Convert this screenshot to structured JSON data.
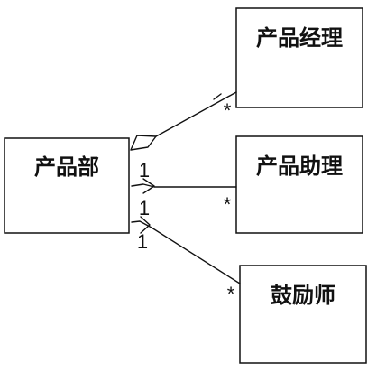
{
  "classes": {
    "product_dept": "产品部",
    "product_manager": "产品经理",
    "product_assistant": "产品助理",
    "motivator": "鼓励师"
  },
  "multiplicities": {
    "manager_near_whole": "",
    "manager_near_part": "*",
    "assistant_near_whole": "1",
    "assistant_near_part": "*",
    "motivator_near_whole_top": "1",
    "motivator_near_whole_bottom": "1",
    "motivator_near_part": "*"
  },
  "relationships": [
    {
      "from": "product_dept",
      "to": "product_manager",
      "type": "aggregation",
      "multiplicity_whole": "",
      "multiplicity_part": "*"
    },
    {
      "from": "product_dept",
      "to": "product_assistant",
      "type": "association",
      "multiplicity_whole": "1",
      "multiplicity_part": "*"
    },
    {
      "from": "product_dept",
      "to": "motivator",
      "type": "association",
      "multiplicity_whole": "1",
      "multiplicity_part": "*"
    }
  ]
}
